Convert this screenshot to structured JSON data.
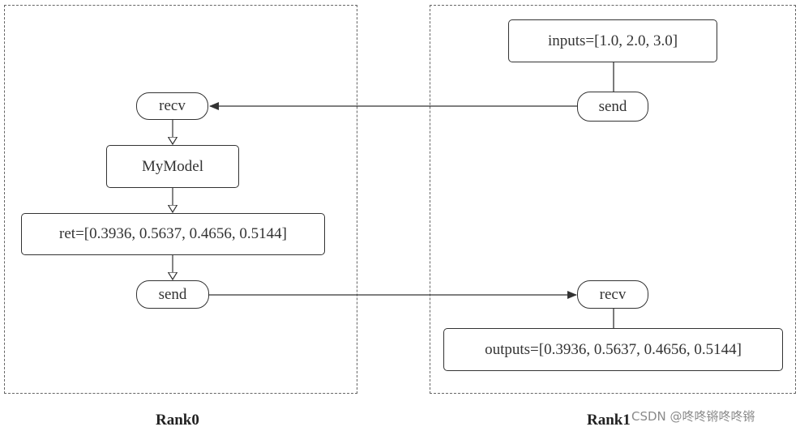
{
  "rank0": {
    "label": "Rank0",
    "recv": "recv",
    "model": "MyModel",
    "ret": "ret=[0.3936, 0.5637, 0.4656, 0.5144]",
    "send": "send"
  },
  "rank1": {
    "label": "Rank1",
    "inputs": "inputs=[1.0, 2.0, 3.0]",
    "send": "send",
    "recv": "recv",
    "outputs": "outputs=[0.3936, 0.5637, 0.4656, 0.5144]"
  },
  "watermark": "CSDN @咚咚锵咚咚锵"
}
